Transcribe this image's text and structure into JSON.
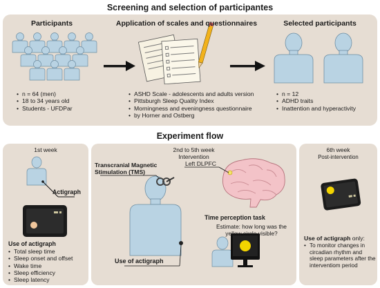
{
  "screening": {
    "title": "Screening and selection of participantes",
    "participants": {
      "heading": "Participants",
      "bullets": [
        "n = 64 (men)",
        "18 to 34 years old",
        "Students  - UFDPar"
      ]
    },
    "scales": {
      "heading": "Application of scales and questionnaires",
      "bullets": [
        "ASHD Scale - adolescents and adults version",
        "Pittsburgh Sleep Quality Index",
        "Morningness and eveningness questionnaire",
        "by Horner and Ostberg"
      ]
    },
    "selected": {
      "heading": "Selected participants",
      "bullets": [
        "n = 12",
        "ADHD traits",
        "Inattention and hyperactivity"
      ]
    }
  },
  "experiment": {
    "title": "Experiment flow",
    "week1": {
      "label": "1st week",
      "actigraph_label": "Actigraph",
      "use_heading": "Use of actigraph",
      "bullets": [
        "Total sleep time",
        "Sleep onset and offset",
        "Wake time",
        "Sleep efficiency",
        "Sleep latency"
      ]
    },
    "week2_5": {
      "label": "2nd to 5th week",
      "sublabel": "Intervention",
      "tms_label_1": "Transcranial Magnetic",
      "tms_label_2": "Stimulation (TMS)",
      "dlpfc_label": "Left DLPFC",
      "task_heading": "Time perception task",
      "task_q1": "Estimate: how long was the",
      "task_q2": "yellow circle visible?",
      "use_label": "Use of actigraph"
    },
    "week6": {
      "label": "6th week",
      "sublabel": "Post-intervention",
      "use_heading": "Use of actigraph",
      "use_suffix": " only:",
      "bullets": [
        "To monitor changes in circadian rhythm and sleep parameters after the interventiom period"
      ]
    }
  },
  "colors": {
    "panel": "#e6ddd3",
    "figure": "#b9d3e3",
    "figure_stroke": "#6e8ea3",
    "arrow": "#111111",
    "yellow_circle": "#f3d400"
  }
}
